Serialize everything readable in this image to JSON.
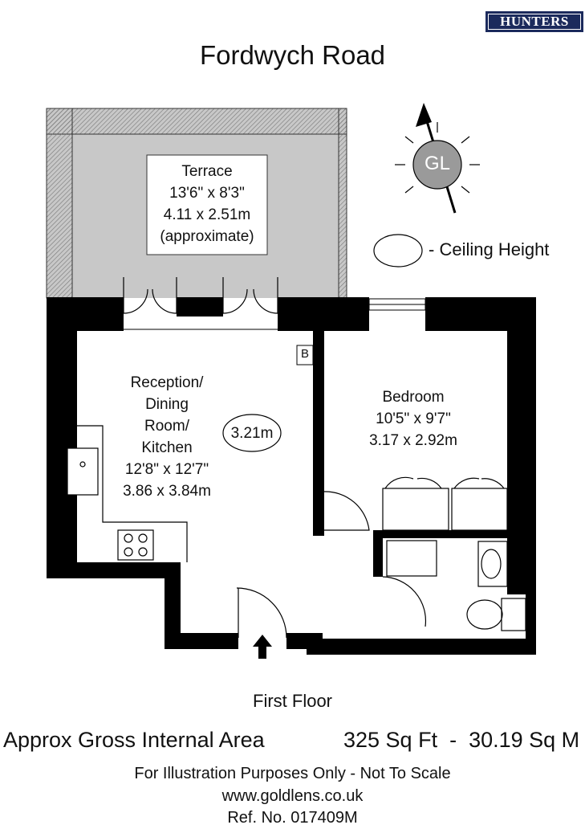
{
  "brand": {
    "logo_text": "HUNTERS",
    "logo_color": "#1b2a5c"
  },
  "title": "Fordwych Road",
  "compass": {
    "label": "GL"
  },
  "legend": {
    "text": "Ceiling Height"
  },
  "rooms": {
    "terrace": [
      "Terrace",
      "13'6\" x 8'3\"",
      "4.11 x 2.51m",
      "(approximate)"
    ],
    "reception": [
      "Reception/",
      "Dining",
      "Room/",
      "Kitchen",
      "12'8\" x 12'7\"",
      "3.86 x 3.84m"
    ],
    "bedroom": [
      "Bedroom",
      "10'5\" x 9'7\"",
      "3.17 x 2.92m"
    ]
  },
  "ceiling_height": "3.21m",
  "boiler_label": "B",
  "floor_label": "First Floor",
  "area": {
    "label": "Approx Gross Internal Area",
    "value": "325 Sq Ft  -  30.19 Sq M"
  },
  "footer": {
    "disclaimer": "For Illustration Purposes Only - Not To Scale",
    "website": "www.goldlens.co.uk",
    "ref": "Ref. No. 017409M"
  },
  "colors": {
    "wall": "#000000",
    "terrace": "#c8c8c8",
    "compass": "#9a9a9a"
  }
}
